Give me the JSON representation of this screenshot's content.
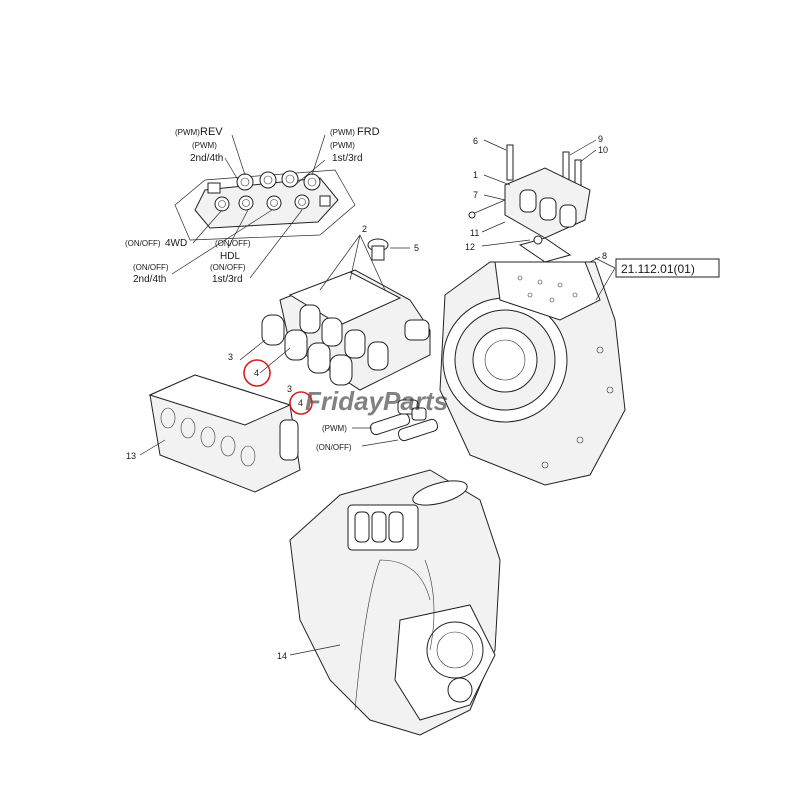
{
  "diagram": {
    "reference_box": "21.112.01(01)",
    "watermark": "FridayParts",
    "watermark_color": "#1e6fd9",
    "highlight_color": "#d62020",
    "solenoid_labels": {
      "pwm_rev_tag": "(PWM)",
      "rev": "REV",
      "pwm_frd_tag": "(PWM)",
      "frd": "FRD",
      "pwm_2nd4th_tag": "(PWM)",
      "second_fourth": "2nd/4th",
      "pwm_1st3rd_tag": "(PWM)",
      "first_third": "1st/3rd",
      "onoff_4wd_tag": "(ON/OFF)",
      "four_wd": "4WD",
      "onoff_hdl_tag": "(ON/OFF)",
      "hdl": "HDL",
      "onoff_2nd4th_tag": "(ON/OFF)",
      "onoff_2nd4th": "2nd/4th",
      "onoff_1st3rd_tag": "(ON/OFF)",
      "onoff_1st3rd": "1st/3rd",
      "pwm_small": "(PWM)",
      "onoff_small": "(ON/OFF)"
    },
    "callouts": {
      "c1": "1",
      "c2": "2",
      "c3a": "3",
      "c3b": "3",
      "c4a": "4",
      "c4b": "4",
      "c5": "5",
      "c6": "6",
      "c7": "7",
      "c8": "8",
      "c9": "9",
      "c10": "10",
      "c11": "11",
      "c12": "12",
      "c13": "13",
      "c14": "14"
    }
  }
}
